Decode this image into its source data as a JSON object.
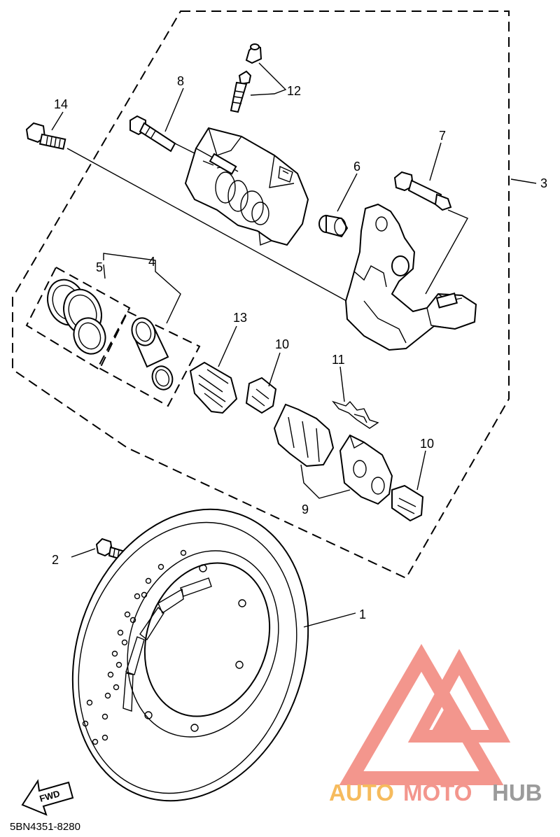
{
  "callouts": {
    "c1": "1",
    "c2": "2",
    "c3": "3",
    "c4": "4",
    "c5": "5",
    "c6": "6",
    "c7": "7",
    "c8": "8",
    "c9": "9",
    "c10a": "10",
    "c10b": "10",
    "c11": "11",
    "c12": "12",
    "c13": "13",
    "c14": "14"
  },
  "diagram_code": "5BN4351-8280",
  "fwd_label": "FWD",
  "watermark": {
    "part1": "AUTO",
    "part2": "MOTO",
    "part3": "HUB",
    "colors": {
      "orange": "#f5b041",
      "red": "#f1847a",
      "gray": "#8a8a8a"
    }
  }
}
